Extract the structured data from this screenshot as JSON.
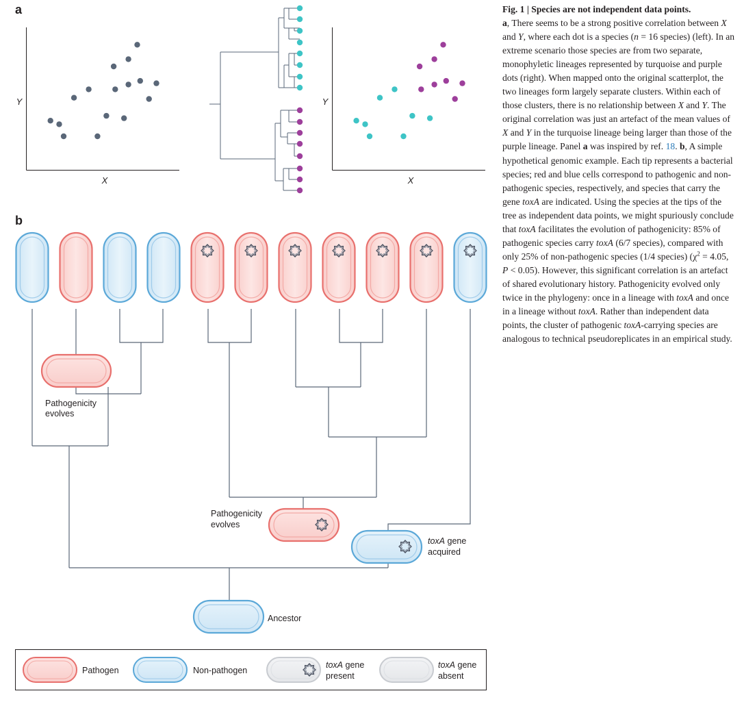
{
  "panel_a": {
    "label": "a",
    "left_plot": {
      "xlabel": "X",
      "ylabel": "Y"
    },
    "right_plot": {
      "xlabel": "X",
      "ylabel": "Y"
    },
    "points": [
      {
        "x": 2.0,
        "y": 2.1,
        "lineage": "turquoise"
      },
      {
        "x": 1.1,
        "y": 3.4,
        "lineage": "turquoise"
      },
      {
        "x": 1.7,
        "y": 3.1,
        "lineage": "turquoise"
      },
      {
        "x": 2.7,
        "y": 5.3,
        "lineage": "turquoise"
      },
      {
        "x": 3.7,
        "y": 6.0,
        "lineage": "turquoise"
      },
      {
        "x": 4.9,
        "y": 3.8,
        "lineage": "turquoise"
      },
      {
        "x": 4.3,
        "y": 2.1,
        "lineage": "turquoise"
      },
      {
        "x": 6.1,
        "y": 3.6,
        "lineage": "turquoise"
      },
      {
        "x": 7.0,
        "y": 9.7,
        "lineage": "purple"
      },
      {
        "x": 6.4,
        "y": 8.5,
        "lineage": "purple"
      },
      {
        "x": 5.4,
        "y": 7.9,
        "lineage": "purple"
      },
      {
        "x": 6.4,
        "y": 6.4,
        "lineage": "purple"
      },
      {
        "x": 7.2,
        "y": 6.7,
        "lineage": "purple"
      },
      {
        "x": 8.3,
        "y": 6.5,
        "lineage": "purple"
      },
      {
        "x": 7.8,
        "y": 5.2,
        "lineage": "purple"
      },
      {
        "x": 5.5,
        "y": 6.0,
        "lineage": "purple"
      }
    ],
    "colors": {
      "neutral": "#5a6778",
      "turquoise": "#3ec4c6",
      "purple": "#9d3f9b"
    }
  },
  "panel_b": {
    "label": "b",
    "tips": [
      {
        "type": "non-pathogen",
        "toxA": false
      },
      {
        "type": "pathogen",
        "toxA": false
      },
      {
        "type": "non-pathogen",
        "toxA": false
      },
      {
        "type": "non-pathogen",
        "toxA": false
      },
      {
        "type": "pathogen",
        "toxA": true
      },
      {
        "type": "pathogen",
        "toxA": true
      },
      {
        "type": "pathogen",
        "toxA": true
      },
      {
        "type": "pathogen",
        "toxA": true
      },
      {
        "type": "pathogen",
        "toxA": true
      },
      {
        "type": "pathogen",
        "toxA": true
      },
      {
        "type": "non-pathogen",
        "toxA": true
      }
    ],
    "annotations": {
      "pathogenicity_left_line1": "Pathogenicity",
      "pathogenicity_left_line2": "evolves",
      "pathogenicity_mid_line1": "Pathogenicity",
      "pathogenicity_mid_line2": "evolves",
      "toxA_acquired_italic": "toxA",
      "toxA_acquired_rest": " gene",
      "toxA_acquired_line2": "acquired",
      "ancestor": "Ancestor"
    },
    "legend": {
      "pathogen": "Pathogen",
      "non_pathogen": "Non-pathogen",
      "present_italic": "toxA",
      "present_rest": " gene",
      "present_line2": "present",
      "absent_italic": "toxA",
      "absent_rest": " gene",
      "absent_line2": "absent"
    },
    "colors": {
      "pathogen_fill": "#fbd6d3",
      "pathogen_stroke": "#e8706d",
      "nonpathogen_fill": "#d8ecf8",
      "nonpathogen_stroke": "#5ba8d8",
      "grey_fill": "#eceef0",
      "grey_stroke": "#c8cbd0",
      "branch": "#5a6778"
    }
  },
  "caption": {
    "fig_label": "Fig. 1 |",
    "title": "Species are not independent data points.",
    "a_label": "a",
    "part1": ", There seems to be a strong positive correlation between ",
    "x1": "X",
    "and1": " and ",
    "y1": "Y",
    "part2": ", where each dot is a species (",
    "n": "n",
    "part3": " = 16 species) (left). In an extreme scenario those species are from two separate, monophyletic lineages represented by turquoise and purple dots (right). When mapped onto the original scatterplot, the two lineages form largely separate clusters. Within each of those clusters, there is no relationship between ",
    "x2": "X",
    "and2": " and ",
    "y2": "Y",
    "part4": ". The original correlation was just an artefact of the mean values of ",
    "x3": "X",
    "and3": " and ",
    "y3": "Y",
    "part5": " in the turquoise lineage being larger than those of the purple lineage. Panel ",
    "a_bold2": "a",
    "part6": " was inspired by ref. ",
    "ref": "18",
    "part7": ". ",
    "b_label": "b",
    "part8": ", A simple hypothetical genomic example. Each tip represents a bacterial species; red and blue cells correspond to pathogenic and non-pathogenic species, respectively, and species that carry the gene ",
    "tox1": "toxA",
    "part9": " are indicated. Using the species at the tips of the tree as independent data points, we might spuriously conclude that ",
    "tox2": "toxA",
    "part10": " facilitates the evolution of pathogenicity: 85% of pathogenic species carry ",
    "tox3": "toxA",
    "part11": " (6/7 species), compared with only 25% of non-pathogenic species (1/4 species) (χ",
    "sup2": "2",
    "part12": " = 4.05, ",
    "p": "P",
    "part13": " < 0.05). However, this significant correlation is an artefact of shared evolutionary history. Pathogenicity evolved only twice in the phylogeny: once in a lineage with ",
    "tox4": "toxA",
    "part14": " and once in a lineage without ",
    "tox5": "toxA",
    "part15": ". Rather than independent data points, the cluster of pathogenic ",
    "tox6": "toxA",
    "part16": "-carrying species are analogous to technical pseudoreplicates in an empirical study."
  }
}
